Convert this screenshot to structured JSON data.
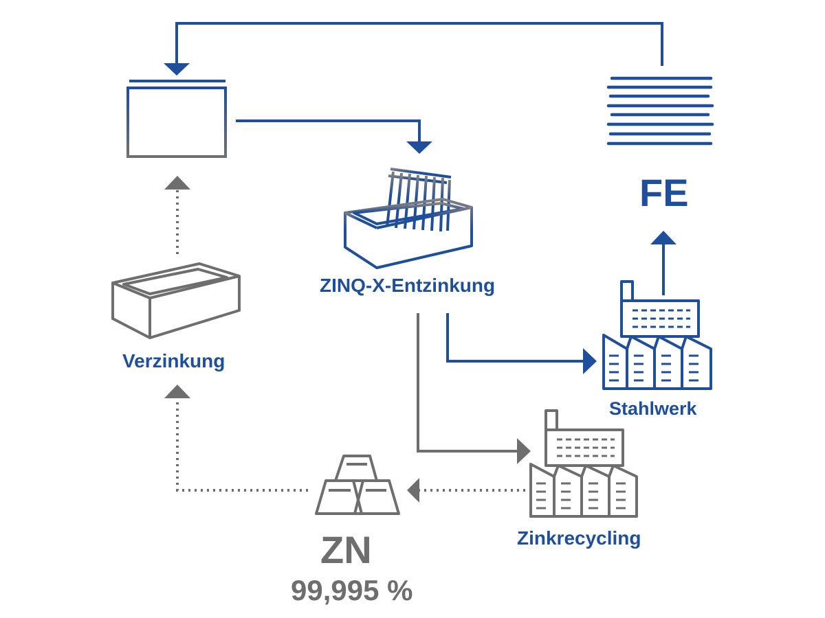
{
  "colors": {
    "blue": "#1f4e9a",
    "gray": "#6e6e6e"
  },
  "nodes": {
    "zinq": {
      "label": "ZINQ-X-Entzinkung",
      "icon": "dezincing-tank-icon"
    },
    "verzinkung": {
      "label": "Verzinkung",
      "icon": "galvanizing-tank-icon"
    },
    "stahlwerk": {
      "label": "Stahlwerk",
      "icon": "factory-icon"
    },
    "zinkrecycling": {
      "label": "Zinkrecycling",
      "icon": "factory-icon"
    },
    "fe": {
      "label": "FE",
      "icon": "steel-sheets-icon"
    },
    "zn": {
      "label": "ZN",
      "purity": "99,995 %",
      "icon": "zinc-ingots-icon"
    },
    "rack": {
      "icon": "steel-rack-icon"
    }
  }
}
